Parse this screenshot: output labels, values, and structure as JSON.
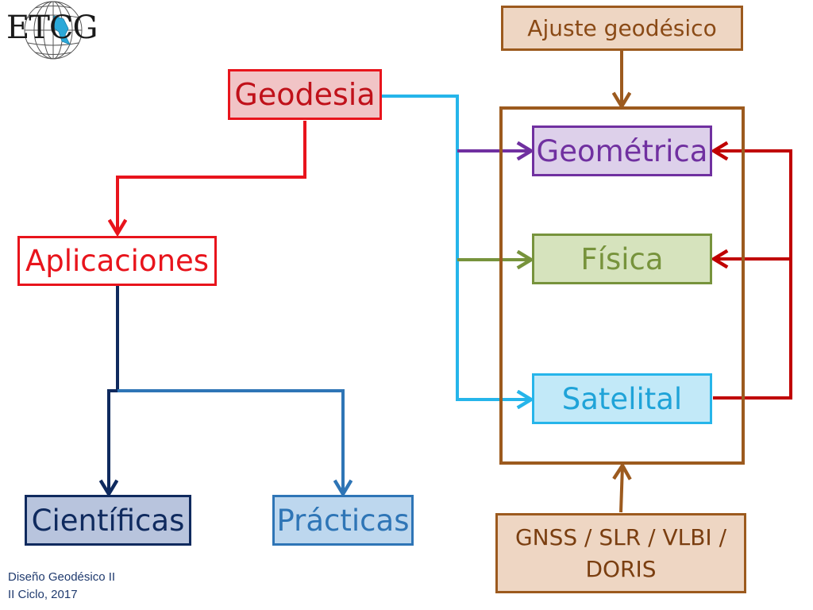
{
  "logo": {
    "text": "ETCG"
  },
  "nodes": {
    "geodesia": "Geodesia",
    "aplicaciones": "Aplicaciones",
    "cientificas": "Científicas",
    "practicas": "Prácticas",
    "ajuste": "Ajuste geodésico",
    "geometrica": "Geométrica",
    "fisica": "Física",
    "satelital": "Satelital",
    "gnss_line1": "GNSS / SLR / VLBI /",
    "gnss_line2": "DORIS"
  },
  "footer": {
    "line1": "Diseño Geodésico II",
    "line2": "II Ciclo, 2017"
  },
  "colors": {
    "red": "#e8141c",
    "purple": "#7030a0",
    "green": "#77933c",
    "cyan": "#26b5ea",
    "blue": "#2e75b6",
    "navy": "#0f2a5e",
    "brown": "#9c5a1e",
    "darkred": "#c00000"
  }
}
